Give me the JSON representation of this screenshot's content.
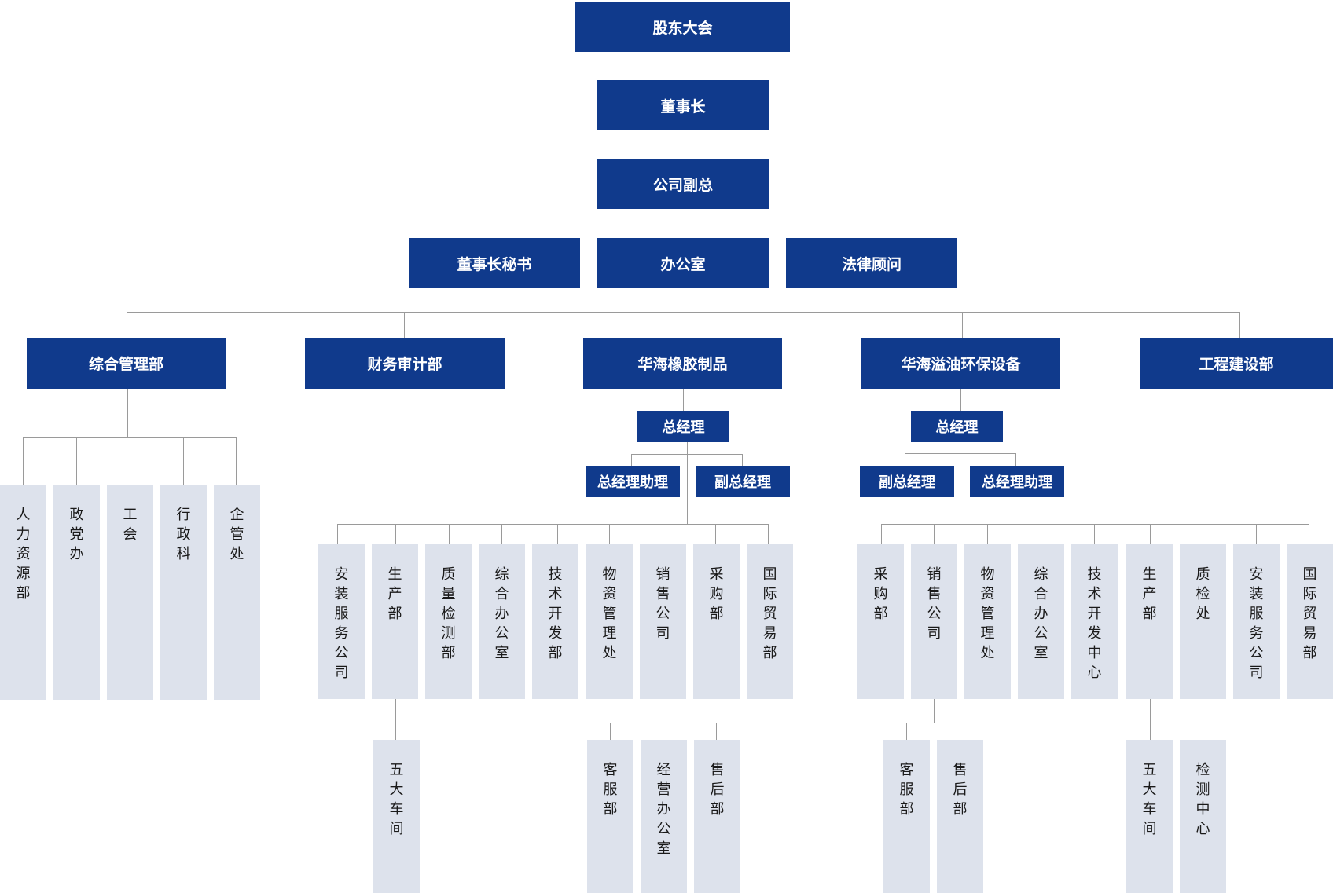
{
  "top": {
    "shareholders": "股东大会",
    "chairman": "董事长",
    "vice_president": "公司副总",
    "secretary": "董事长秘书",
    "office": "办公室",
    "legal": "法律顾问"
  },
  "departments": {
    "general_mgmt": "综合管理部",
    "finance_audit": "财务审计部",
    "rubber": "华海橡胶制品",
    "oil_spill": "华海溢油环保设备",
    "engineering": "工程建设部"
  },
  "general_mgmt_subs": [
    "人力资源部",
    "政党办",
    "工会",
    "行政科",
    "企管处"
  ],
  "rubber": {
    "gm": "总经理",
    "gm_assistant": "总经理助理",
    "deputy_gm": "副总经理",
    "subs": [
      "安装服务公司",
      "生产部",
      "质量检测部",
      "综合办公室",
      "技术开发部",
      "物资管理处",
      "销售公司",
      "采购部",
      "国际贸易部"
    ],
    "production_subs": [
      "五大车间"
    ],
    "sales_subs": [
      "客服部",
      "经营办公室",
      "售后部"
    ]
  },
  "oil_spill": {
    "gm": "总经理",
    "deputy_gm": "副总经理",
    "gm_assistant": "总经理助理",
    "subs": [
      "采购部",
      "销售公司",
      "物资管理处",
      "综合办公室",
      "技术开发中心",
      "生产部",
      "质检处",
      "安装服务公司",
      "国际贸易部"
    ],
    "sales_subs": [
      "客服部",
      "售后部"
    ],
    "production_subs": [
      "五大车间"
    ],
    "qc_subs": [
      "检测中心"
    ]
  },
  "colors": {
    "primary": "#103a8c",
    "secondary": "#dde2ec",
    "line": "#9a9a9a"
  }
}
